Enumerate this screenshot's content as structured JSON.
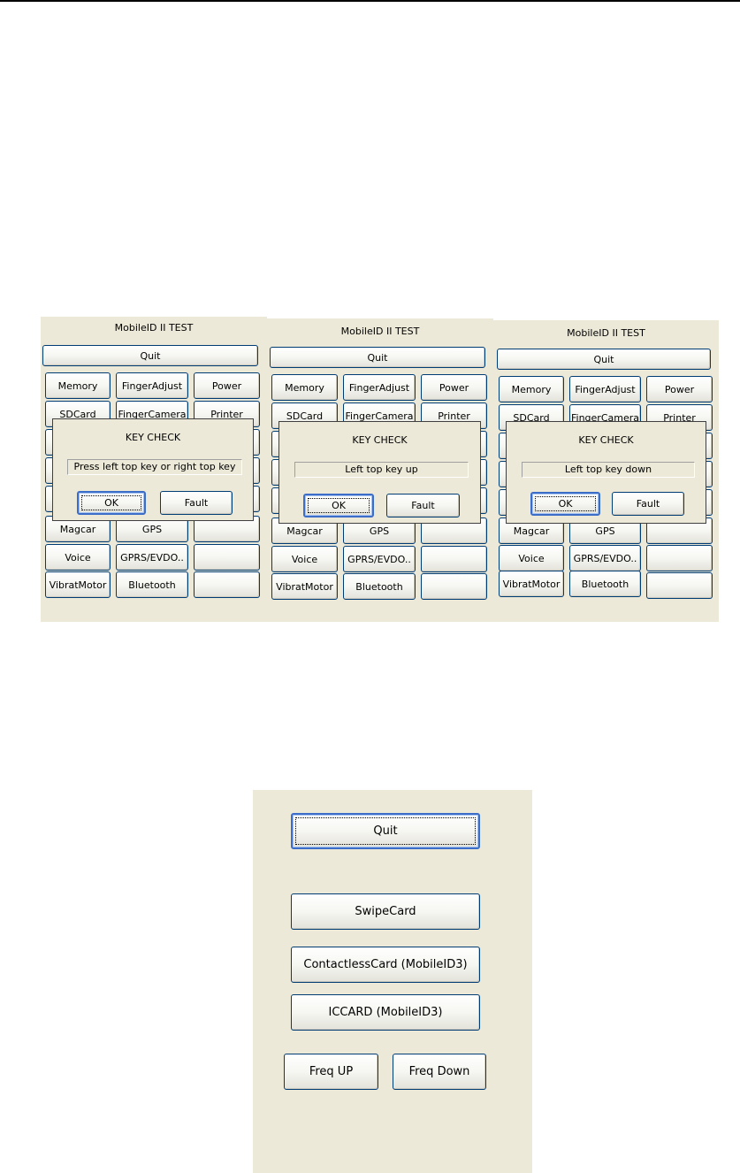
{
  "screens": [
    {
      "title": "MobileID II TEST",
      "quit_label": "Quit",
      "grid": [
        "Memory",
        "FingerAdjust",
        "Power",
        "SDCard",
        "FingerCamera",
        "Printer",
        "Magcar",
        "GPS",
        "",
        "Voice",
        "GPRS/EVDO..",
        "",
        "VibratMotor",
        "Bluetooth",
        ""
      ],
      "dialog": {
        "title": "KEY CHECK",
        "status": "Press left top key or right top key",
        "ok_label": "OK",
        "fault_label": "Fault"
      }
    },
    {
      "title": "MobileID II TEST",
      "quit_label": "Quit",
      "grid": [
        "Memory",
        "FingerAdjust",
        "Power",
        "SDCard",
        "FingerCamera",
        "Printer",
        "Magcar",
        "GPS",
        "",
        "Voice",
        "GPRS/EVDO..",
        "",
        "VibratMotor",
        "Bluetooth",
        ""
      ],
      "dialog": {
        "title": "KEY CHECK",
        "status": "Left top key up",
        "ok_label": "OK",
        "fault_label": "Fault"
      }
    },
    {
      "title": "MobileID II TEST",
      "quit_label": "Quit",
      "grid": [
        "Memory",
        "FingerAdjust",
        "Power",
        "SDCard",
        "FingerCamera",
        "Printer",
        "Magcar",
        "GPS",
        "",
        "Voice",
        "GPRS/EVDO..",
        "",
        "VibratMotor",
        "Bluetooth",
        ""
      ],
      "dialog": {
        "title": "KEY CHECK",
        "status": "Left top key down",
        "ok_label": "OK",
        "fault_label": "Fault"
      }
    }
  ],
  "card_panel": {
    "quit_label": "Quit",
    "swipe_label": "SwipeCard",
    "contactless_label": "ContactlessCard (MobileID3)",
    "iccard_label": "ICCARD (MobileID3)",
    "freq_up_label": "Freq UP",
    "freq_down_label": "Freq Down"
  },
  "colors": {
    "panel_bg": "#ece9d8",
    "button_border": "#003c74",
    "focus_border": "#3c6dc8"
  }
}
